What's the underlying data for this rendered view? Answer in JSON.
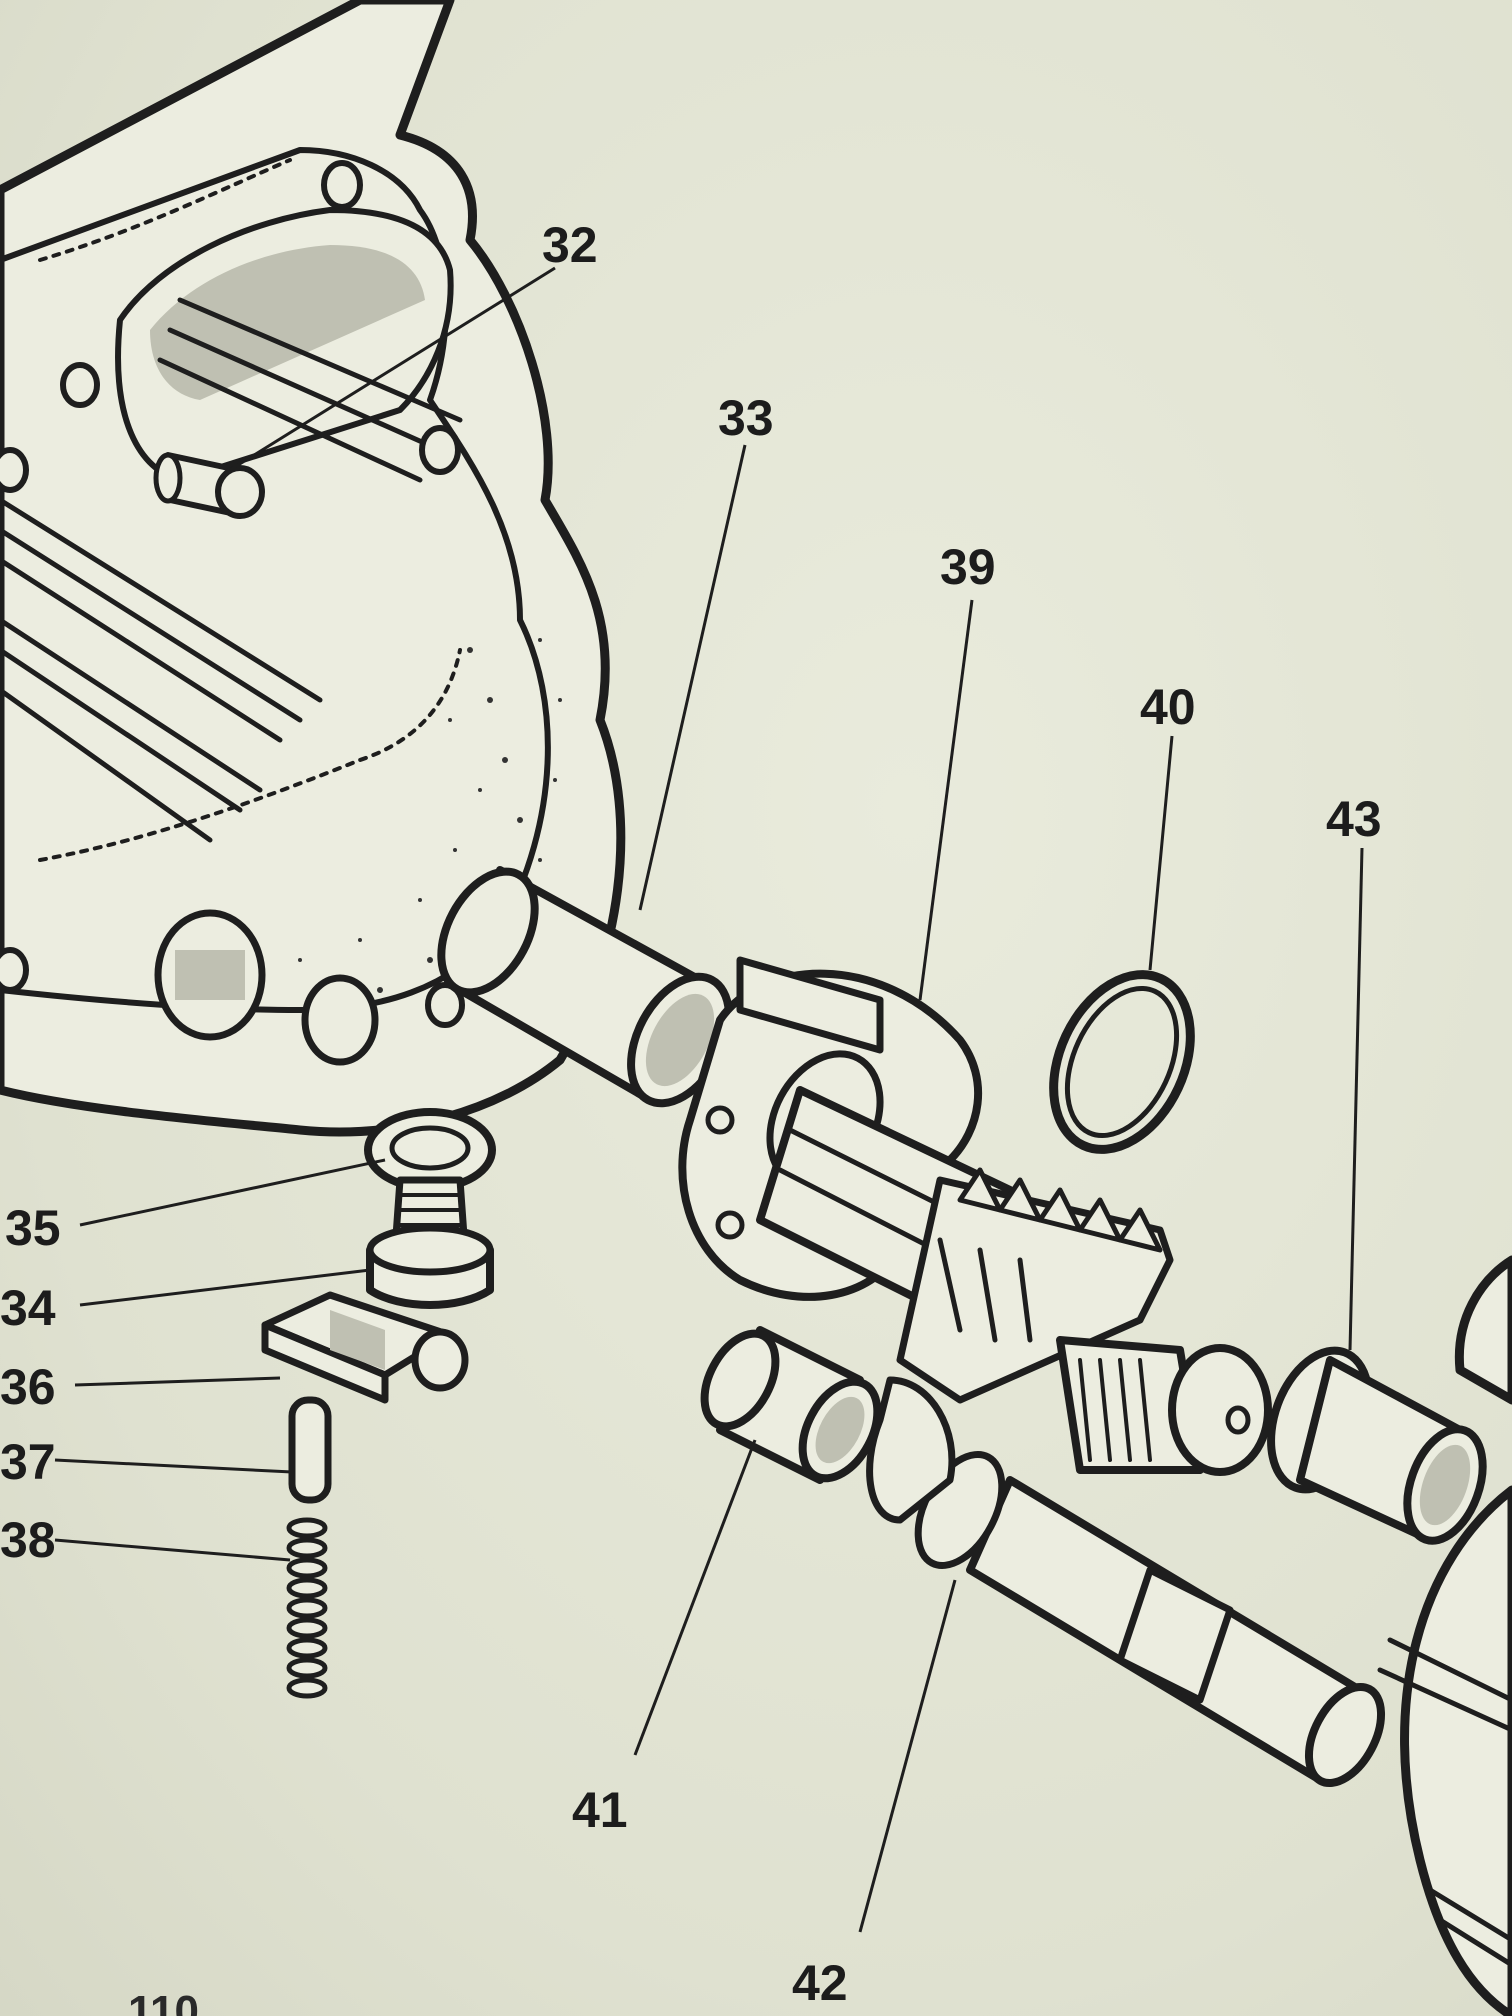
{
  "diagram": {
    "callouts": [
      {
        "id": "32",
        "label": "32"
      },
      {
        "id": "33",
        "label": "33"
      },
      {
        "id": "39",
        "label": "39"
      },
      {
        "id": "40",
        "label": "40"
      },
      {
        "id": "43",
        "label": "43"
      },
      {
        "id": "35",
        "label": "35"
      },
      {
        "id": "34",
        "label": "34"
      },
      {
        "id": "36",
        "label": "36"
      },
      {
        "id": "37",
        "label": "37"
      },
      {
        "id": "38",
        "label": "38"
      },
      {
        "id": "41",
        "label": "41"
      },
      {
        "id": "42",
        "label": "42"
      }
    ],
    "page_number": "110"
  }
}
